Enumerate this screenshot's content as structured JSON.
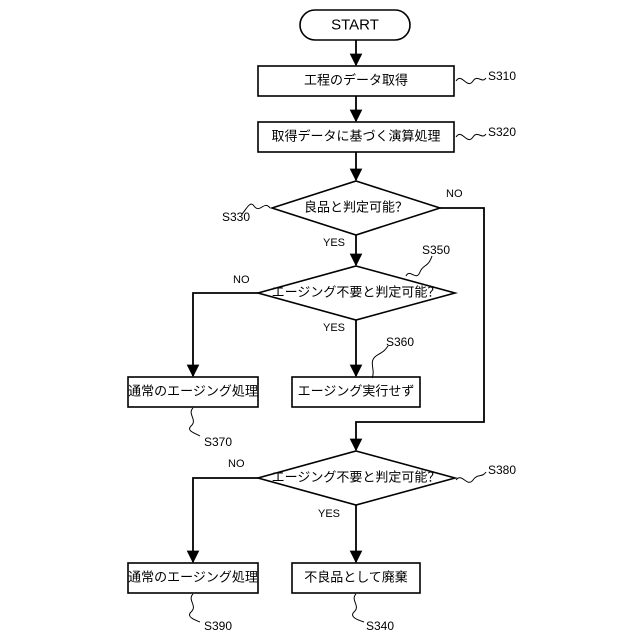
{
  "nodes": {
    "start": {
      "label": "START"
    },
    "s310": {
      "label": "工程のデータ取得",
      "step": "S310"
    },
    "s320": {
      "label": "取得データに基づく演算処理",
      "step": "S320"
    },
    "s330": {
      "label": "良品と判定可能？",
      "step": "S330"
    },
    "s350": {
      "label": "エージング不要と判定可能？",
      "step": "S350"
    },
    "s370": {
      "label": "通常のエージング処理",
      "step": "S370"
    },
    "s360": {
      "label": "エージング実行せず",
      "step": "S360"
    },
    "s380": {
      "label": "エージング不要と判定可能？",
      "step": "S380"
    },
    "s390": {
      "label": "通常のエージング処理",
      "step": "S390"
    },
    "s340": {
      "label": "不良品として廃棄",
      "step": "S340"
    }
  },
  "branches": {
    "yes": "YES",
    "no": "NO"
  }
}
